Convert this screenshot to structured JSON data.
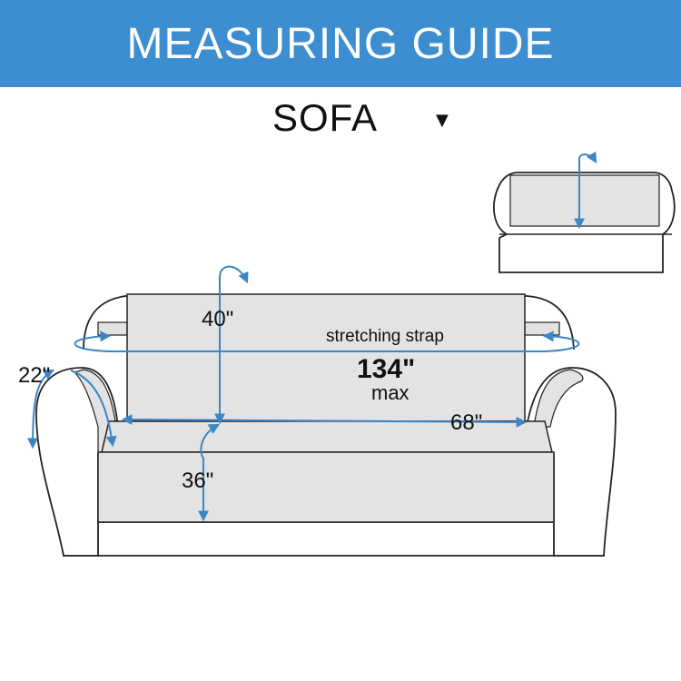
{
  "header": {
    "title": "MEASURING GUIDE",
    "accent_color": "#3d8dd1"
  },
  "subtitle": {
    "label": "SOFA",
    "dropdown_icon": "triangle-down-icon"
  },
  "diagram": {
    "labels": {
      "back_height": "40\"",
      "arm_height": "22\"",
      "strap": "stretching strap",
      "total_length": "134\"",
      "total_length_unit": "max",
      "seat_width": "68\"",
      "seat_depth": "36\""
    },
    "colors": {
      "outline": "#222222",
      "cover_fill": "#e3e3e3",
      "arrow": "#3d86c6"
    }
  }
}
